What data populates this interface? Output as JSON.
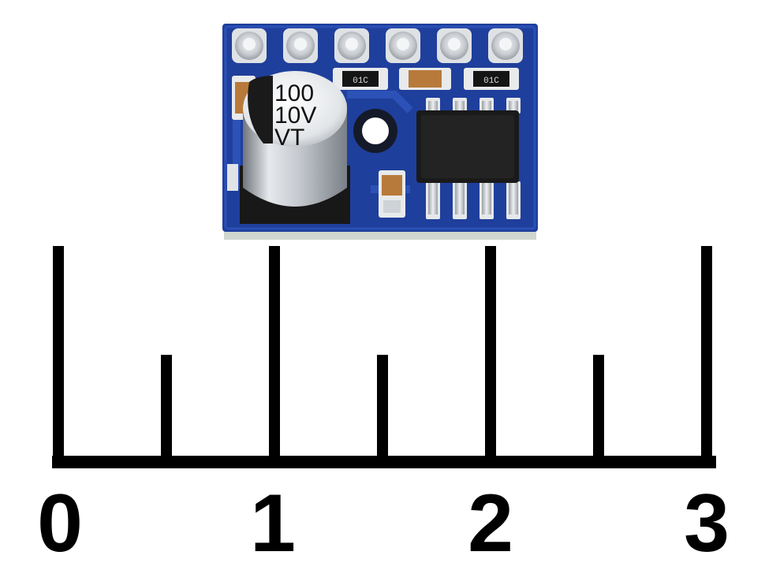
{
  "capacitor": {
    "line1": "100",
    "line2": "10V",
    "line3": "VT"
  },
  "resistors": [
    {
      "marking": "01C"
    },
    {
      "marking": "01C"
    }
  ],
  "pcb": {
    "header_pin_count": 6,
    "chip_pin_count_per_side": 4
  },
  "ruler": {
    "labels": [
      "0",
      "1",
      "2",
      "3"
    ],
    "unit": "cm"
  },
  "colors": {
    "pcb": "#1f3f9c",
    "pad": "#d4d8dc",
    "chip": "#1a1a1a",
    "capacitor_body": "#c8ccd0",
    "ruler": "#000000",
    "background": "#ffffff"
  }
}
